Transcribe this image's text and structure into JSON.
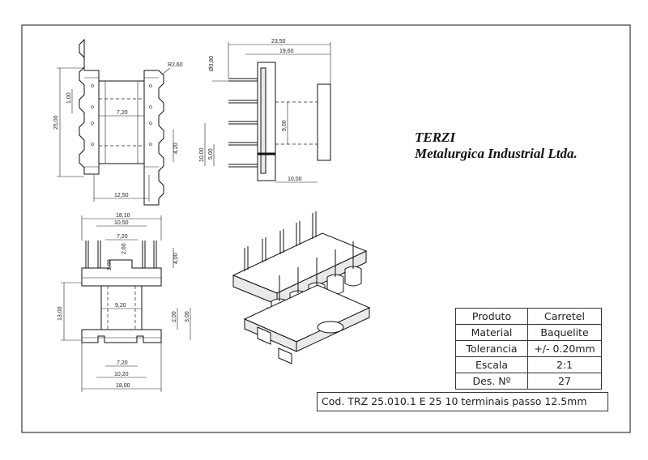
{
  "company": {
    "name": "TERZI",
    "subtitle": "Metalurgica Industrial Ltda."
  },
  "title_block": {
    "rows": [
      {
        "label": "Produto",
        "value": "Carretel"
      },
      {
        "label": "Material",
        "value": "Baquelite"
      },
      {
        "label": "Tolerancia",
        "value": "+/- 0.20mm"
      },
      {
        "label": "Escala",
        "value": "2:1"
      },
      {
        "label": "Des. Nº",
        "value": "27"
      }
    ],
    "code": "Cod. TRZ 25.010.1  E 25 10 terminais passo 12.5mm"
  },
  "dimensions": {
    "top_view": {
      "height_total": "25,00",
      "pin_pitch": "1,00",
      "inner_width": "7,20",
      "right_gap": "4,20",
      "base_width": "12,50",
      "radius": "R2,60"
    },
    "side_view": {
      "overall_length": "23,50",
      "length_b": "19,60",
      "pin_dia": "Ø0,80",
      "core_height": "9,00",
      "pitch_block": "10,00",
      "pitch": "5,00",
      "flange_offset": "10,00"
    },
    "front_view": {
      "top_width": "18,10",
      "width_b": "10,50",
      "inner": "7,20",
      "slot": "2,60",
      "flange": "1,00",
      "pin_height": "4,00",
      "core": "9,20",
      "height_total": "13,00",
      "step_a": "2,00",
      "step_b": "3,00",
      "bottom_inner": "7,20",
      "bottom_b": "10,20",
      "bottom_total": "18,00"
    }
  }
}
